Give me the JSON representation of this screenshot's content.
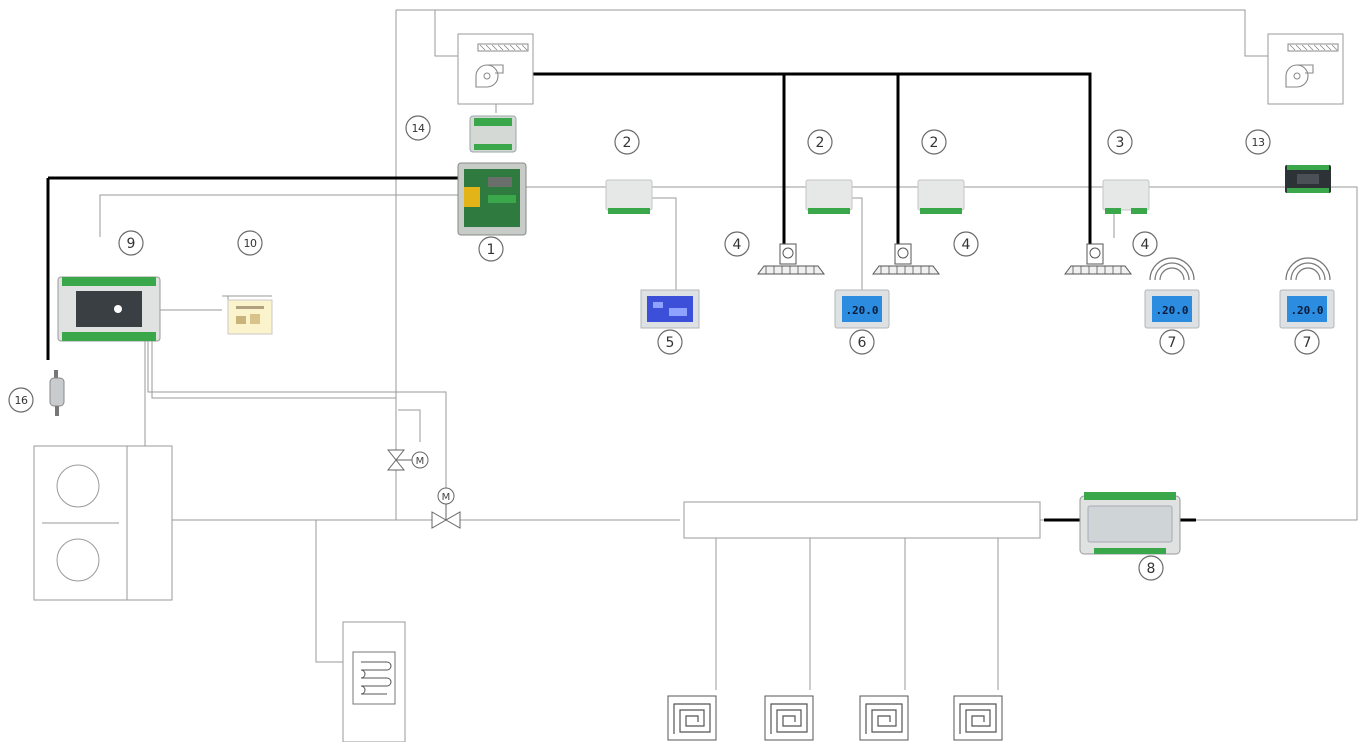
{
  "labels": {
    "l1": "1",
    "l2a": "2",
    "l2b": "2",
    "l2c": "2",
    "l3": "3",
    "l4a": "4",
    "l4b": "4",
    "l4c": "4",
    "l5": "5",
    "l6": "6",
    "l7a": "7",
    "l7b": "7",
    "l8": "8",
    "l9": "9",
    "l10": "10",
    "l13": "13",
    "l14": "14",
    "l16": "16"
  },
  "icons": {
    "fan_unit": "fan-unit-icon",
    "room_unit": "room-thermostat-icon",
    "wireless": "wireless-signal-icon",
    "valve": "motorized-valve-icon",
    "floor_loop": "underfloor-heating-loop-icon",
    "heat_pump": "heat-pump-icon",
    "tank": "water-tank-coil-icon"
  },
  "display_text": ".20.0",
  "colors": {
    "bus": "#000000",
    "pipe": "#9a9a9a",
    "terminal_green": "#3aa84a",
    "lcd_blue": "#2c8de0"
  }
}
